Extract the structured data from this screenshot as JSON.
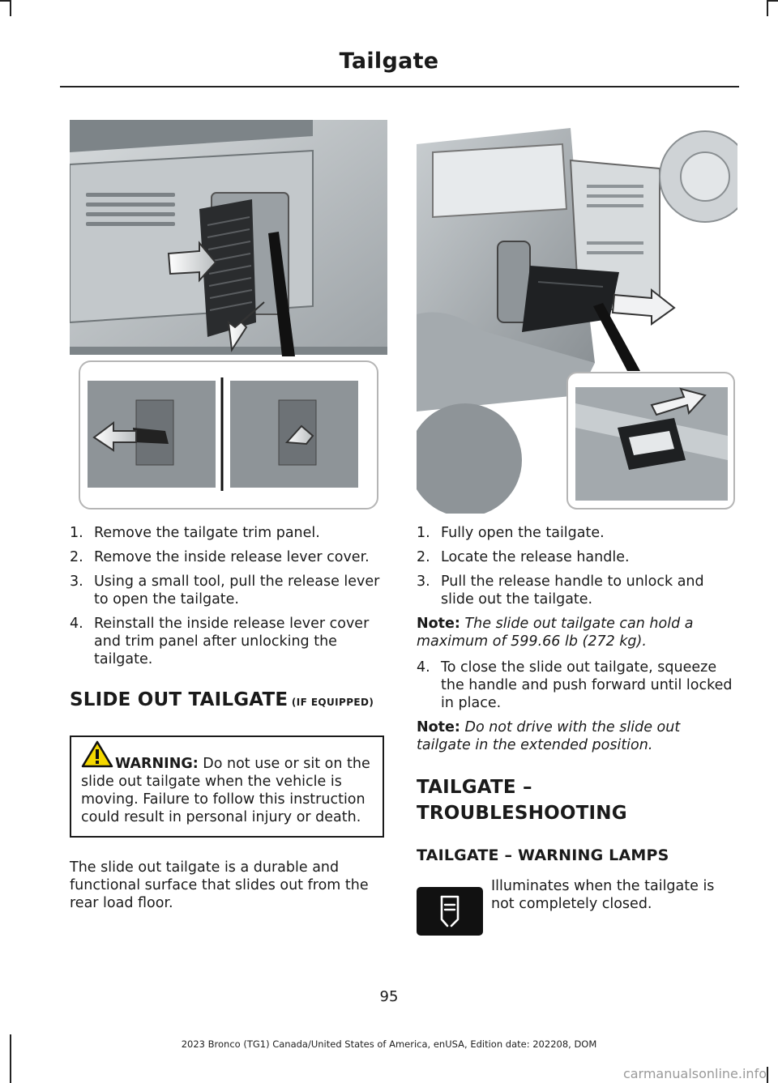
{
  "header": {
    "title": "Tailgate"
  },
  "left": {
    "steps": [
      {
        "num": "1.",
        "text": "Remove the tailgate trim panel."
      },
      {
        "num": "2.",
        "text": "Remove the inside release lever cover."
      },
      {
        "num": "3.",
        "text": "Using a small tool, pull the release lever to open the tailgate."
      },
      {
        "num": "4.",
        "text": "Reinstall the inside release lever cover and trim panel after unlocking the tailgate."
      }
    ],
    "section_title": "SLIDE OUT TAILGATE",
    "section_suffix": " (IF EQUIPPED)",
    "warning": {
      "label": "WARNING:",
      "text": " Do not use or sit on the slide out tailgate when the vehicle is moving. Failure to follow this instruction could result in personal injury or death."
    },
    "paragraph": "The slide out tailgate is a durable and functional surface that slides out from the rear load floor."
  },
  "right": {
    "steps_a": [
      {
        "num": "1.",
        "text": "Fully open the tailgate."
      },
      {
        "num": "2.",
        "text": "Locate the release handle."
      },
      {
        "num": "3.",
        "text": "Pull the release handle to unlock and slide out the tailgate."
      }
    ],
    "note1": {
      "label": "Note:",
      "text": " The slide out tailgate can hold a maximum of 599.66 lb (272 kg)."
    },
    "steps_b": [
      {
        "num": "4.",
        "text": "To close the slide out tailgate, squeeze the handle and push forward until locked in place."
      }
    ],
    "note2": {
      "label": "Note:",
      "text": " Do not drive with the slide out tailgate in the extended position."
    },
    "section_title_line1": "TAILGATE –",
    "section_title_line2": "TROUBLESHOOTING",
    "subsection_title": "TAILGATE – WARNING LAMPS",
    "lamp_text": "Illuminates when the tailgate is not completely closed."
  },
  "footer": {
    "page_number": "95",
    "edition": "2023 Bronco (TG1) Canada/United States of America, enUSA, Edition date: 202208, DOM",
    "watermark": "carmanualsonline.info"
  }
}
